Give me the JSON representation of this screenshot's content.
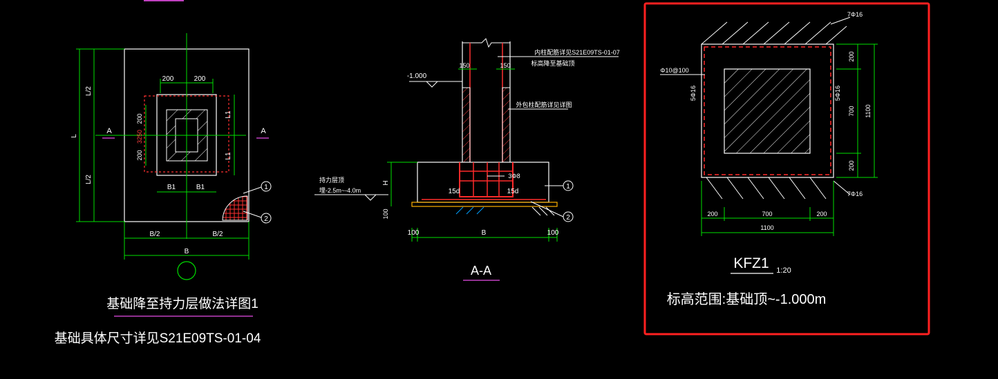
{
  "colors": {
    "background": "#000000",
    "outline": "#ffffff",
    "dimension": "#00e000",
    "center": "#00e000",
    "rebar": "#ff2a2a",
    "hatch": "#ff5a5a",
    "leader": "#ffffff",
    "highlight_box": "#ff2020",
    "underline": "#c040c0",
    "earth": "#ffb000",
    "text": "#ffffff"
  },
  "plan": {
    "dims_top": [
      "200",
      "200"
    ],
    "dims_left_inner": [
      "200",
      "200"
    ],
    "dim_center": "3250",
    "dim_right_upper": "L1",
    "dim_right_lower": "L1",
    "dims_left_outer": [
      "L/2",
      "L/2"
    ],
    "dim_L": "L",
    "dims_bottom_inner": [
      "B1",
      "B1"
    ],
    "dims_bottom_outer": [
      "B/2",
      "B/2"
    ],
    "dim_B": "B",
    "section_marks": [
      "A",
      "A"
    ],
    "callouts": [
      "1",
      "2"
    ],
    "title": "基础降至持力层做法详图1",
    "subtitle": "基础具体尺寸详见S21E09TS-01-04"
  },
  "section": {
    "level_label": "-1.000",
    "note_1": "内柱配筋详见S21E09TS-01-07",
    "note_2": "标高降至基础顶",
    "note_3": "外包柱配筋详见详图",
    "note_bearing_1": "持力层顶",
    "note_bearing_2": "埋-2.5m~-4.0m",
    "dim_150_left": "150",
    "dim_150_right": "150",
    "rebar_label": "3Φ8",
    "anchorage_left": "15d",
    "anchorage_right": "15d",
    "dim_H": "H",
    "dim_100_left_vert": "100",
    "dims_bottom": [
      "100",
      "B",
      "100"
    ],
    "callouts": [
      "1",
      "2"
    ],
    "title": "A-A"
  },
  "detail": {
    "rebar_top": "7Φ16",
    "rebar_bottom": "7Φ16",
    "stirrup": "Φ10@100",
    "side_left": "5Φ16",
    "side_right": "5Φ16",
    "dims_right_inner": [
      "200",
      "700",
      "200"
    ],
    "dim_right_total": "1100",
    "dims_bottom_inner": [
      "200",
      "700",
      "200"
    ],
    "dim_bottom_total": "1100",
    "title": "KFZ1",
    "scale": "1:20",
    "note": "标高范围:基础顶~-1.000m"
  }
}
